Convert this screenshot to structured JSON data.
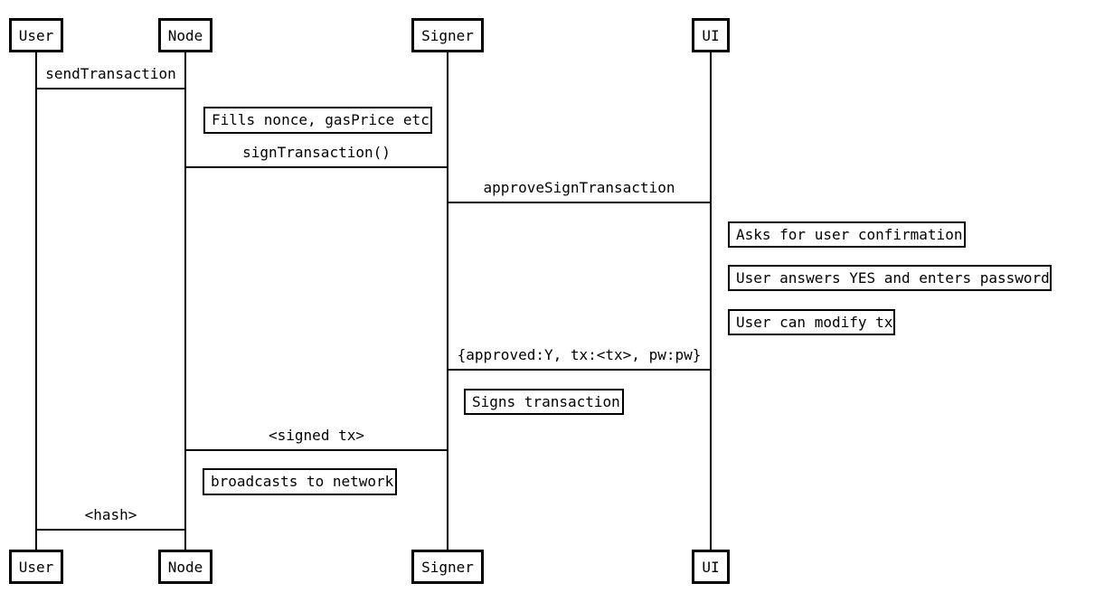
{
  "diagram": {
    "type": "uml-sequence",
    "background_color": "#ffffff",
    "line_color": "#000000",
    "text_color": "#000000",
    "actors": [
      {
        "label": "User"
      },
      {
        "label": "Node"
      },
      {
        "label": "Signer"
      },
      {
        "label": "UI"
      }
    ],
    "messages": [
      {
        "label": "sendTransaction",
        "from": "User",
        "to": "Node"
      },
      {
        "label": "signTransaction()",
        "from": "Node",
        "to": "Signer"
      },
      {
        "label": "approveSignTransaction",
        "from": "Signer",
        "to": "UI"
      },
      {
        "label": "{approved:Y, tx:<tx>, pw:pw}",
        "from": "UI",
        "to": "Signer"
      },
      {
        "label": "<signed tx>",
        "from": "Signer",
        "to": "Node"
      },
      {
        "label": "<hash>",
        "from": "Node",
        "to": "User"
      }
    ],
    "notes": [
      {
        "label": "Fills nonce, gasPrice etc",
        "actor": "Node"
      },
      {
        "label": "Asks for user confirmation",
        "actor": "UI"
      },
      {
        "label": "User answers YES and enters password",
        "actor": "UI"
      },
      {
        "label": "User can modify tx",
        "actor": "UI"
      },
      {
        "label": "Signs transaction",
        "actor": "Signer"
      },
      {
        "label": "broadcasts to network",
        "actor": "Node"
      }
    ]
  }
}
